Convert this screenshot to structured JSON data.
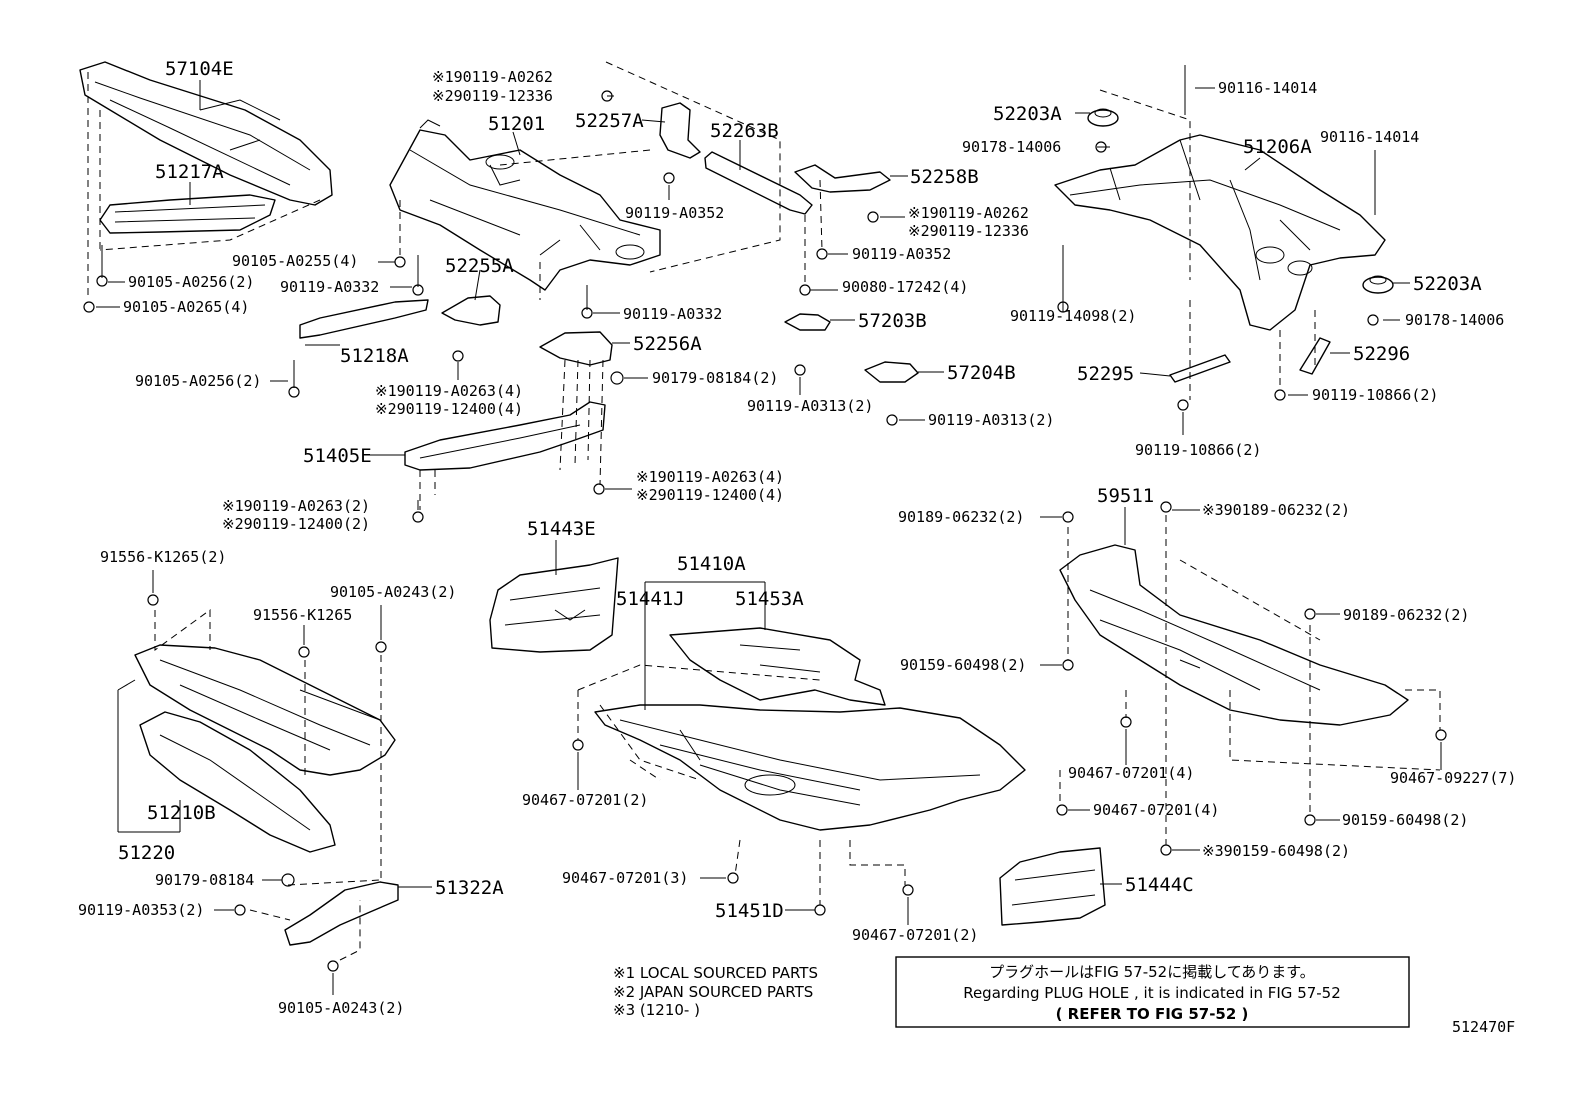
{
  "labels": {
    "p57104E": "57104E",
    "p51217A": "51217A",
    "p51201": "51201",
    "p52257A": "52257A",
    "p52263B": "52263B",
    "p52258B": "52258B",
    "p52255A": "52255A",
    "p51218A": "51218A",
    "p52256A": "52256A",
    "p57203B": "57203B",
    "p57204B": "57204B",
    "p51405E": "51405E",
    "p52203A_top": "52203A",
    "p51206A": "51206A",
    "p52203A_bot": "52203A",
    "p52295": "52295",
    "p52296": "52296",
    "p51443E": "51443E",
    "p51410A": "51410A",
    "p51441J": "51441J",
    "p51453A": "51453A",
    "p59511": "59511",
    "p51210B": "51210B",
    "p51220": "51220",
    "p51322A": "51322A",
    "p51451D": "51451D",
    "p51444C": "51444C",
    "b_a0262_1": "※190119-A0262",
    "b_12336_1": "※290119-12336",
    "b_a0352_1": "90119-A0352",
    "b_a0262_2": "※190119-A0262",
    "b_12336_2": "※290119-12336",
    "b_a0352_2": "90119-A0352",
    "b_17242": "90080-17242(4)",
    "b_a0255": "90105-A0255(4)",
    "b_a0256_1": "90105-A0256(2)",
    "b_a0265": "90105-A0265(4)",
    "b_a0332_1": "90119-A0332",
    "b_a0332_2": "90119-A0332",
    "b_a0256_2": "90105-A0256(2)",
    "b_a0263_1": "※190119-A0263(4)",
    "b_12400_1": "※290119-12400(4)",
    "b_08184_1": "90179-08184(2)",
    "b_a0313_1": "90119-A0313(2)",
    "b_a0313_2": "90119-A0313(2)",
    "b_a0263_2": "※190119-A0263(4)",
    "b_12400_2": "※290119-12400(4)",
    "b_a0263_3": "※190119-A0263(2)",
    "b_12400_3": "※290119-12400(2)",
    "b_14014_1": "90116-14014",
    "b_14006_1": "90178-14006",
    "b_14014_2": "90116-14014",
    "b_14098": "90119-14098(2)",
    "b_14006_2": "90178-14006",
    "b_10866_1": "90119-10866(2)",
    "b_10866_2": "90119-10866(2)",
    "b_k1265_1": "91556-K1265(2)",
    "b_k1265_2": "91556-K1265",
    "b_a0243_1": "90105-A0243(2)",
    "b_08184_2": "90179-08184",
    "b_a0353": "90119-A0353(2)",
    "b_a0243_2": "90105-A0243(2)",
    "b_06232_1": "90189-06232(2)",
    "b_06232_2": "※390189-06232(2)",
    "b_06232_3": "90189-06232(2)",
    "b_60498_1": "90159-60498(2)",
    "b_07201_1": "90467-07201(2)",
    "b_07201_2": "90467-07201(4)",
    "b_07201_3": "90467-07201(4)",
    "b_09227": "90467-09227(7)",
    "b_60498_2": "90159-60498(2)",
    "b_60498_3": "※390159-60498(2)",
    "b_07201_4": "90467-07201(3)",
    "b_07201_5": "90467-07201(2)"
  },
  "legend": {
    "line1": "※1 LOCAL SOURCED PARTS",
    "line2": "※2 JAPAN SOURCED PARTS",
    "line3": "※3 (1210-       )"
  },
  "notice": {
    "line1": "プラグホールはFIG 57-52に掲載してあります。",
    "line2": "Regarding  PLUG HOLE , it is indicated  in FIG 57-52",
    "line3": "( REFER TO FIG 57-52    )"
  },
  "figure_id": "512470F"
}
